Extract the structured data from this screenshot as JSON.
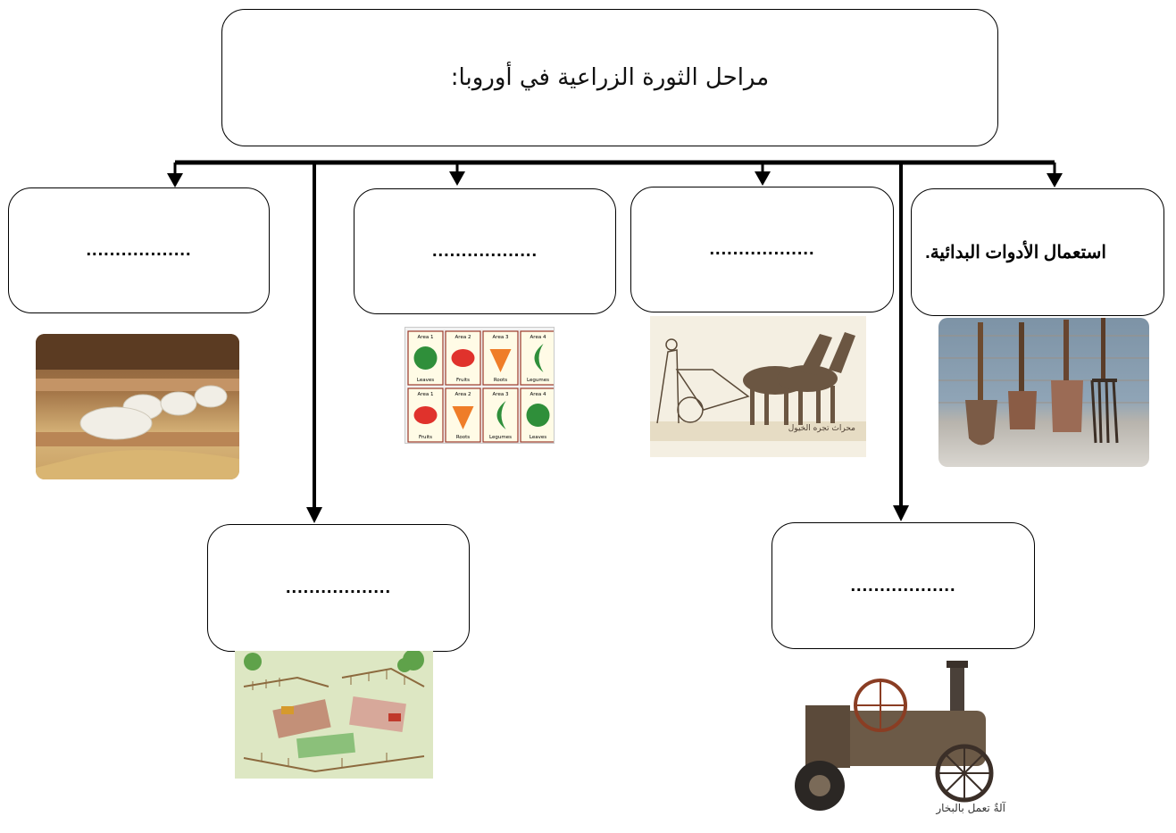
{
  "title": "مراحل الثورة الزراعية في أوروبا:",
  "stages": [
    {
      "label": "استعمال الأدوات البدائية.",
      "image": "hand-tools-photo"
    },
    {
      "label": "..................",
      "image": "horse-plough-drawing"
    },
    {
      "label": "..................",
      "image": "steam-tractor-photo"
    },
    {
      "label": "..................",
      "image": "crop-rotation-chart"
    },
    {
      "label": "..................",
      "image": "fenced-field-drawing"
    },
    {
      "label": "..................",
      "image": "goats-stable-photo"
    }
  ],
  "crop_rotation": {
    "row1": [
      {
        "area": "Area 1",
        "name": "Leaves"
      },
      {
        "area": "Area 2",
        "name": "Fruits"
      },
      {
        "area": "Area 3",
        "name": "Roots"
      },
      {
        "area": "Area 4",
        "name": "Legumes"
      }
    ],
    "row2": [
      {
        "area": "Area 1",
        "name": "Fruits"
      },
      {
        "area": "Area 2",
        "name": "Roots"
      },
      {
        "area": "Area 3",
        "name": "Legumes"
      },
      {
        "area": "Area 4",
        "name": "Leaves"
      }
    ]
  },
  "captions": {
    "steam": "آلةٌ تعمل بالبخار",
    "plough": "محراث تجره الخيول"
  },
  "colors": {
    "line": "#000000",
    "box_border": "#000000"
  }
}
